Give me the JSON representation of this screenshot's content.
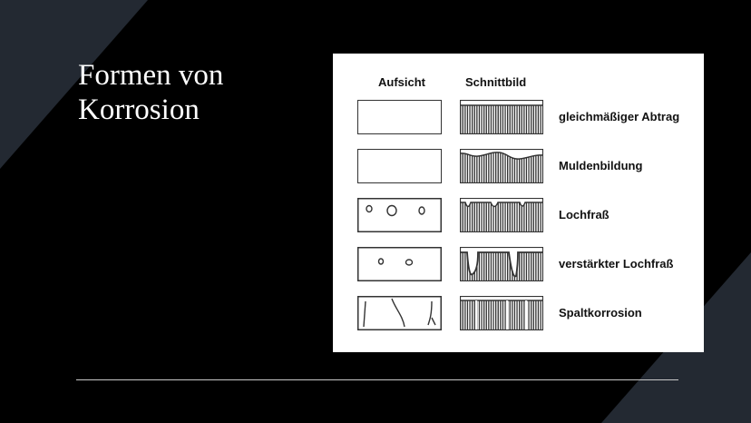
{
  "slide": {
    "title_line1": "Formen von",
    "title_line2": "Korrosion",
    "colors": {
      "background": "#000000",
      "accent_band": "#232932",
      "figure_bg": "#ffffff"
    }
  },
  "figure": {
    "headers": {
      "top_view": "Aufsicht",
      "cross_section": "Schnittbild"
    },
    "rows": [
      {
        "label": "gleichmäßiger Abtrag",
        "type": "uniform"
      },
      {
        "label": "Muldenbildung",
        "type": "trough"
      },
      {
        "label": "Lochfraß",
        "type": "pitting"
      },
      {
        "label": "verstärkter Lochfraß",
        "type": "deep-pitting"
      },
      {
        "label": "Spaltkorrosion",
        "type": "crevice"
      }
    ]
  }
}
